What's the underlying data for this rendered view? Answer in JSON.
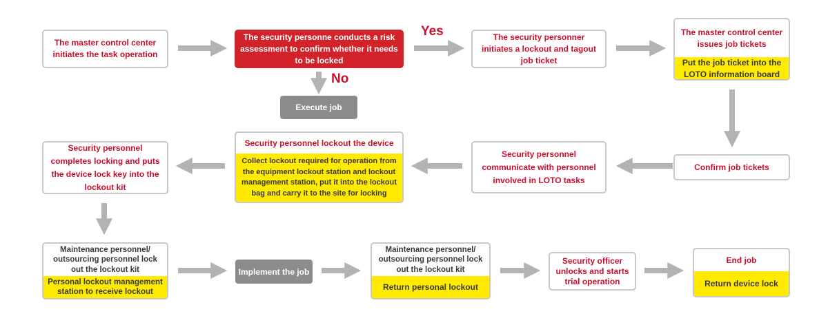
{
  "colors": {
    "red": "#c8102e",
    "yellow": "#ffea00",
    "arrow": "#b3b3b3",
    "gray_box": "#8c8c8c"
  },
  "labels": {
    "yes": "Yes",
    "no": "No"
  },
  "row1": {
    "master_control": "The master control center initiates the task operation",
    "risk_assessment": "The security personne conducts a risk assessment to confirm whether it needs to be locked",
    "initiate_ticket": "The security personner initiates a lockout and tagout job ticket",
    "issue_tickets_title": "The master control center issues job tickets",
    "issue_tickets_note": "Put the job ticket into the LOTO information board",
    "execute_job": "Execute job"
  },
  "row2": {
    "confirm_tickets": "Confirm job tickets",
    "communicate": "Security personnel communicate with personnel involved in LOTO tasks",
    "lockout_device_title": "Security personnel lockout the device",
    "lockout_device_note": "Collect lockout required for operation from the equipment lockout station and lockout management station, put it into the lockout bag and carry it to the site for locking",
    "completes_locking": "Security personnel completes locking and puts the device lock key into the lockout kit"
  },
  "row3": {
    "maint_lockout_title": "Maintenance personnel/ outsourcing personnel lock out the lockout kit",
    "maint_lockout_note": "Personal lockout management station to receive lockout",
    "implement_job": "Implement the job",
    "maint_lockout2_title": "Maintenance personnel/ outsourcing personnel lock out the lockout kit",
    "maint_lockout2_note": "Return personal lockout",
    "officer_unlocks": "Security officer unlocks and starts trial operation",
    "end_job_title": "End job",
    "end_job_note": "Return device lock"
  }
}
